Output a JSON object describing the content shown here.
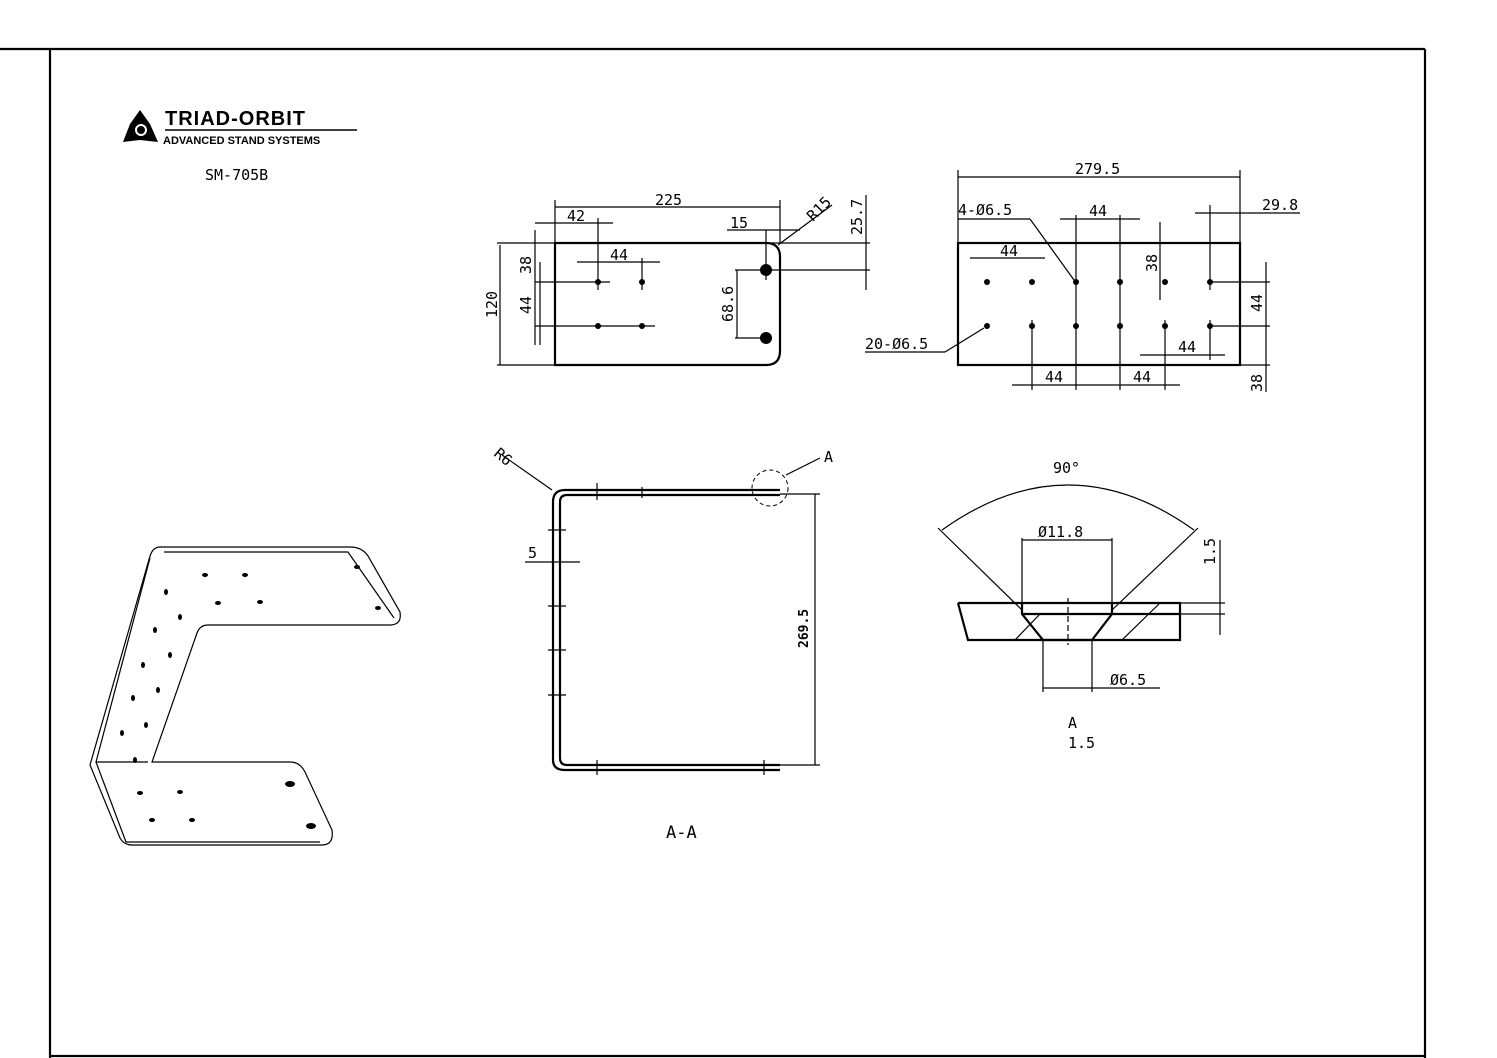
{
  "logo": {
    "brand": "TRIAD-ORBIT",
    "tagline": "ADVANCED STAND SYSTEMS"
  },
  "part_number": "SM-705B",
  "view1": {
    "width": "225",
    "offset": "42",
    "spacing": "44",
    "edge": "15",
    "radius": "R15",
    "top": "25.7",
    "height": "120",
    "row_offset": "38",
    "row_spacing": "44",
    "slot_spacing": "68.6"
  },
  "view2": {
    "width": "279.5",
    "callout_top": "4-Ø6.5",
    "callout_bottom": "20-Ø6.5",
    "spacing_top": "44",
    "spacing_left": "44",
    "edge_right": "29.8",
    "row_offset": "38",
    "row_spacing_right": "44",
    "spacing_right": "44",
    "spacing_bot1": "44",
    "spacing_bot2": "44",
    "bottom_offset": "38"
  },
  "section": {
    "radius": "R6",
    "thickness": "5",
    "height": "269.5",
    "detail_ref": "A",
    "label": "A-A"
  },
  "detail": {
    "angle": "90°",
    "counter_dia": "Ø11.8",
    "depth": "1.5",
    "hole_dia": "Ø6.5",
    "label": "A",
    "scale": "1.5"
  }
}
